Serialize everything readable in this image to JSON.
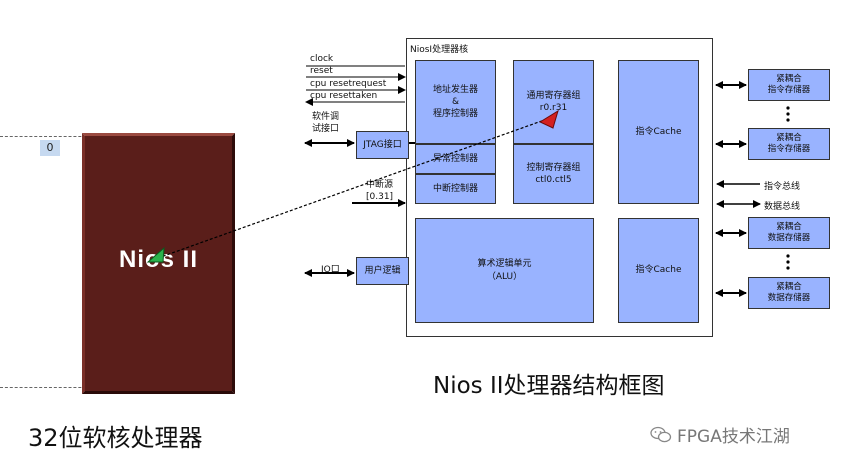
{
  "chip": {
    "badge": "0",
    "title": "Nios II",
    "caption": "32位软核处理器"
  },
  "core": {
    "title": "NiosI处理器核",
    "addr": "地址发生器\n&\n程序控制器",
    "exception": "异常控制器",
    "interrupt": "中断控制器",
    "gpr": "通用寄存器组\nr0.r31",
    "ctl": "控制寄存器组\nctl0.ctl5",
    "icache": "指令Cache",
    "dcache": "指令Cache",
    "alu": "算术逻辑单元\n（ALU）",
    "jtag": "JTAG接口",
    "userlogic": "用户逻辑"
  },
  "signals": [
    "clock",
    "reset",
    "cpu resetrequest",
    "cpu resettaken"
  ],
  "labels": {
    "debug": "软件调\n试接口",
    "irq": "中断源\n[0.31]",
    "io": "IO口",
    "ibus": "指令总线",
    "dbus": "数据总线"
  },
  "memories": {
    "instr": "紧耦合\n指令存储器",
    "data": "紧耦合\n数据存储器"
  },
  "diagram_title": "Nios II处理器结构框图",
  "watermark": "FPGA技术江湖"
}
